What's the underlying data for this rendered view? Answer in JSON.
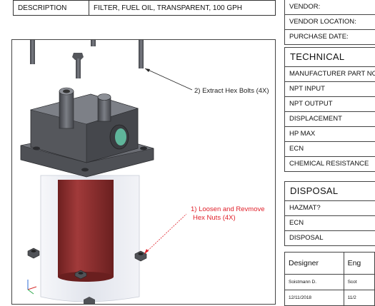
{
  "description_table": {
    "label": "DESCRIPTION",
    "value": "FILTER, FUEL OIL, TRANSPARENT, 100 GPH"
  },
  "figure": {
    "callout_bolts": "2) Extract Hex Bolts (4X)",
    "callout_nuts_line1": "1) Loosen and Revmove",
    "callout_nuts_line2": "Hex Nuts (4X)",
    "colors": {
      "housing": "#5e6066",
      "filter_element": "#8c2c2c",
      "bowl": "#e8eaf0",
      "callout_leader": "#e0202a",
      "bolt_leader": "#222222"
    }
  },
  "vendor_panel": {
    "rows": [
      "VENDOR:",
      "VENDOR LOCATION:",
      "PURCHASE DATE:"
    ]
  },
  "technical_panel": {
    "title": "TECHNICAL",
    "rows": [
      "MANUFACTURER PART NO",
      "NPT INPUT",
      "NPT OUTPUT",
      "DISPLACEMENT",
      "HP MAX",
      "ECN",
      "CHEMICAL RESISTANCE"
    ]
  },
  "disposal_panel": {
    "title": "DISPOSAL",
    "rows": [
      "HAZMAT?",
      "ECN",
      "DISPOSAL"
    ]
  },
  "signoff_table": {
    "headers": [
      "Designer",
      "Eng"
    ],
    "names": [
      "Soistmann D.",
      "Scot"
    ],
    "dates": [
      "12/11/2018",
      "11/2"
    ]
  }
}
